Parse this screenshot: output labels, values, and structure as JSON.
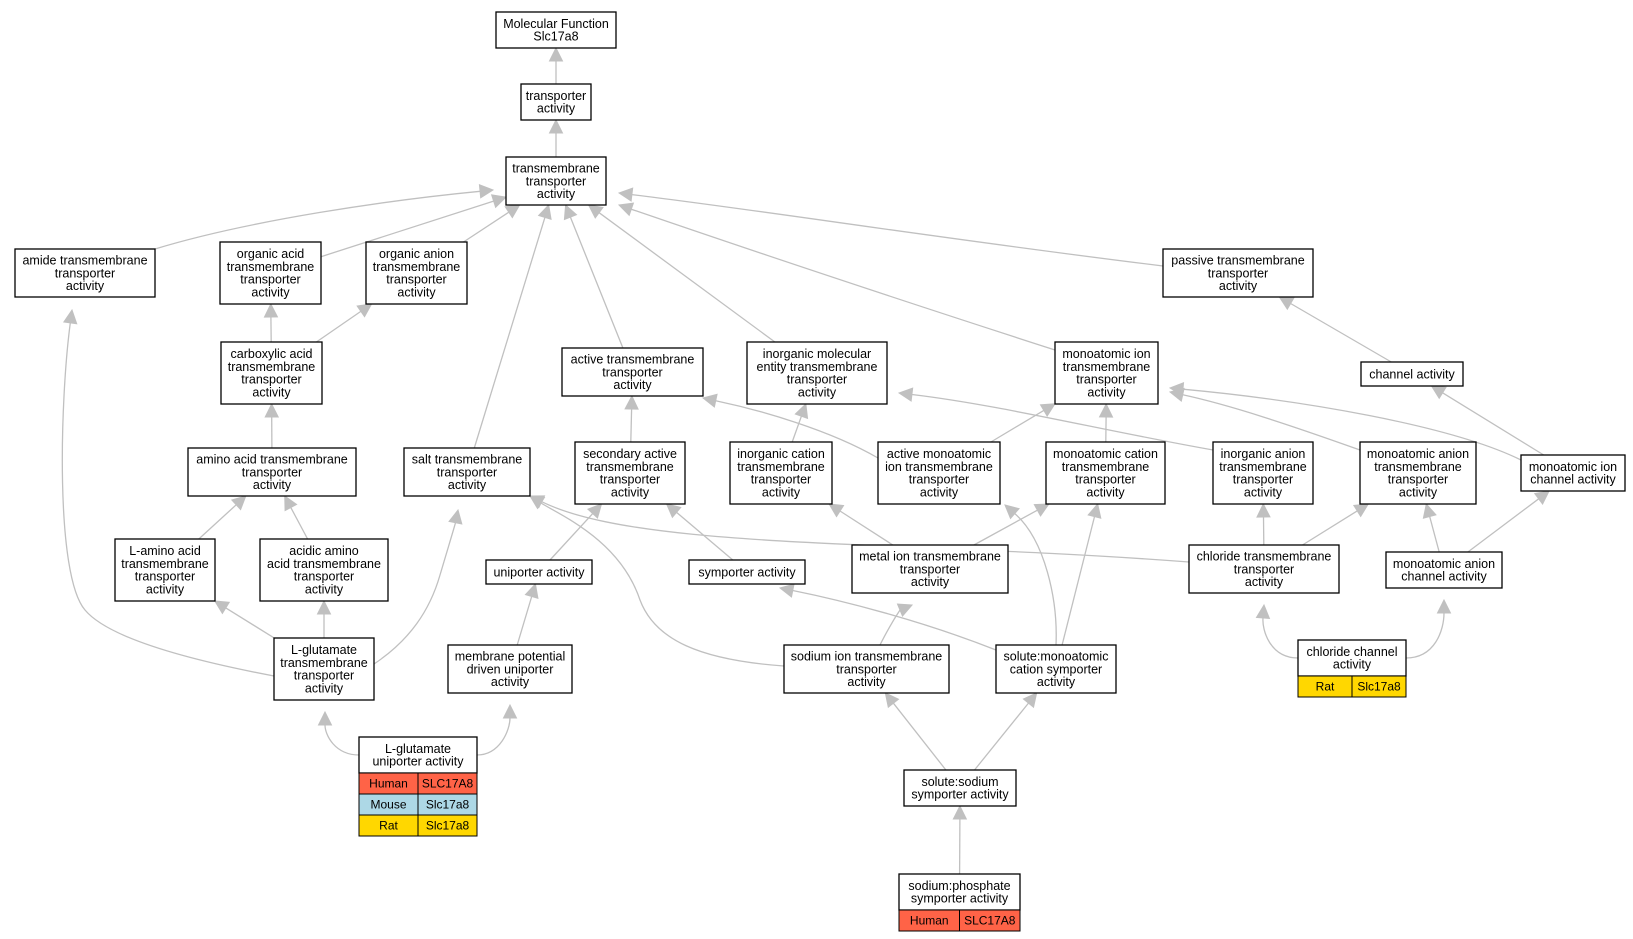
{
  "colors": {
    "edge": "#c0c0c0",
    "Human": "#ff6347",
    "Mouse": "#add8e6",
    "Rat": "#ffd700"
  },
  "nodes": [
    {
      "id": "mf",
      "lines": [
        "Molecular Function",
        "Slc17a8"
      ]
    },
    {
      "id": "transporter",
      "lines": [
        "transporter",
        "activity"
      ]
    },
    {
      "id": "tm_transporter",
      "lines": [
        "transmembrane",
        "transporter",
        "activity"
      ]
    },
    {
      "id": "amide",
      "lines": [
        "amide transmembrane",
        "transporter",
        "activity"
      ]
    },
    {
      "id": "organic_acid",
      "lines": [
        "organic acid",
        "transmembrane",
        "transporter",
        "activity"
      ]
    },
    {
      "id": "organic_anion",
      "lines": [
        "organic anion",
        "transmembrane",
        "transporter",
        "activity"
      ]
    },
    {
      "id": "passive",
      "lines": [
        "passive transmembrane",
        "transporter",
        "activity"
      ]
    },
    {
      "id": "carboxylic",
      "lines": [
        "carboxylic acid",
        "transmembrane",
        "transporter",
        "activity"
      ]
    },
    {
      "id": "active_tm",
      "lines": [
        "active transmembrane",
        "transporter",
        "activity"
      ]
    },
    {
      "id": "inorg_mol",
      "lines": [
        "inorganic molecular",
        "entity transmembrane",
        "transporter",
        "activity"
      ]
    },
    {
      "id": "monoatomic_ion",
      "lines": [
        "monoatomic ion",
        "transmembrane",
        "transporter",
        "activity"
      ]
    },
    {
      "id": "channel",
      "lines": [
        "channel activity"
      ]
    },
    {
      "id": "amino_acid",
      "lines": [
        "amino acid transmembrane",
        "transporter",
        "activity"
      ]
    },
    {
      "id": "salt",
      "lines": [
        "salt transmembrane",
        "transporter",
        "activity"
      ]
    },
    {
      "id": "secondary",
      "lines": [
        "secondary active",
        "transmembrane",
        "transporter",
        "activity"
      ]
    },
    {
      "id": "inorg_cation",
      "lines": [
        "inorganic cation",
        "transmembrane",
        "transporter",
        "activity"
      ]
    },
    {
      "id": "active_mono",
      "lines": [
        "active monoatomic",
        "ion transmembrane",
        "transporter",
        "activity"
      ]
    },
    {
      "id": "mono_cation",
      "lines": [
        "monoatomic cation",
        "transmembrane",
        "transporter",
        "activity"
      ]
    },
    {
      "id": "inorg_anion",
      "lines": [
        "inorganic anion",
        "transmembrane",
        "transporter",
        "activity"
      ]
    },
    {
      "id": "mono_anion",
      "lines": [
        "monoatomic anion",
        "transmembrane",
        "transporter",
        "activity"
      ]
    },
    {
      "id": "mono_ion_channel",
      "lines": [
        "monoatomic ion",
        "channel activity"
      ]
    },
    {
      "id": "l_amino",
      "lines": [
        "L-amino acid",
        "transmembrane",
        "transporter",
        "activity"
      ]
    },
    {
      "id": "acidic_amino",
      "lines": [
        "acidic amino",
        "acid transmembrane",
        "transporter",
        "activity"
      ]
    },
    {
      "id": "uniporter",
      "lines": [
        "uniporter activity"
      ]
    },
    {
      "id": "symporter",
      "lines": [
        "symporter activity"
      ]
    },
    {
      "id": "metal_ion",
      "lines": [
        "metal ion transmembrane",
        "transporter",
        "activity"
      ]
    },
    {
      "id": "chloride_tm",
      "lines": [
        "chloride transmembrane",
        "transporter",
        "activity"
      ]
    },
    {
      "id": "mono_anion_channel",
      "lines": [
        "monoatomic anion",
        "channel activity"
      ]
    },
    {
      "id": "l_glutamate_tm",
      "lines": [
        "L-glutamate",
        "transmembrane",
        "transporter",
        "activity"
      ]
    },
    {
      "id": "membrane_potential",
      "lines": [
        "membrane potential",
        "driven uniporter",
        "activity"
      ]
    },
    {
      "id": "sodium_ion",
      "lines": [
        "sodium ion transmembrane",
        "transporter",
        "activity"
      ]
    },
    {
      "id": "solute_mono",
      "lines": [
        "solute:monoatomic",
        "cation symporter",
        "activity"
      ]
    },
    {
      "id": "chloride_channel",
      "lines": [
        "chloride channel",
        "activity"
      ],
      "genes": [
        {
          "species": "Rat",
          "gene": "Slc17a8"
        }
      ]
    },
    {
      "id": "l_glutamate_uni",
      "lines": [
        "L-glutamate",
        "uniporter activity"
      ],
      "genes": [
        {
          "species": "Human",
          "gene": "SLC17A8"
        },
        {
          "species": "Mouse",
          "gene": "Slc17a8"
        },
        {
          "species": "Rat",
          "gene": "Slc17a8"
        }
      ]
    },
    {
      "id": "solute_sodium",
      "lines": [
        "solute:sodium",
        "symporter activity"
      ]
    },
    {
      "id": "sodium_phosphate",
      "lines": [
        "sodium:phosphate",
        "symporter activity"
      ],
      "genes": [
        {
          "species": "Human",
          "gene": "SLC17A8"
        }
      ]
    }
  ],
  "edges": [
    [
      "transporter",
      "mf"
    ],
    [
      "tm_transporter",
      "transporter"
    ],
    [
      "amide",
      "tm_transporter"
    ],
    [
      "organic_acid",
      "tm_transporter"
    ],
    [
      "organic_anion",
      "tm_transporter"
    ],
    [
      "salt",
      "tm_transporter"
    ],
    [
      "active_tm",
      "tm_transporter"
    ],
    [
      "inorg_mol",
      "tm_transporter"
    ],
    [
      "monoatomic_ion",
      "tm_transporter"
    ],
    [
      "passive",
      "tm_transporter"
    ],
    [
      "carboxylic",
      "organic_acid"
    ],
    [
      "carboxylic",
      "organic_anion"
    ],
    [
      "amino_acid",
      "carboxylic"
    ],
    [
      "channel",
      "passive"
    ],
    [
      "secondary",
      "active_tm"
    ],
    [
      "active_mono",
      "active_tm"
    ],
    [
      "inorg_cation",
      "inorg_mol"
    ],
    [
      "inorg_anion",
      "inorg_mol"
    ],
    [
      "active_mono",
      "monoatomic_ion"
    ],
    [
      "mono_cation",
      "monoatomic_ion"
    ],
    [
      "mono_anion",
      "monoatomic_ion"
    ],
    [
      "mono_ion_channel",
      "monoatomic_ion"
    ],
    [
      "mono_ion_channel",
      "channel"
    ],
    [
      "l_amino",
      "amino_acid"
    ],
    [
      "acidic_amino",
      "amino_acid"
    ],
    [
      "uniporter",
      "secondary"
    ],
    [
      "symporter",
      "secondary"
    ],
    [
      "metal_ion",
      "inorg_cation"
    ],
    [
      "metal_ion",
      "mono_cation"
    ],
    [
      "chloride_tm",
      "inorg_anion"
    ],
    [
      "chloride_tm",
      "mono_anion"
    ],
    [
      "chloride_tm",
      "salt"
    ],
    [
      "mono_anion_channel",
      "mono_anion"
    ],
    [
      "mono_anion_channel",
      "mono_ion_channel"
    ],
    [
      "l_glutamate_tm",
      "l_amino"
    ],
    [
      "l_glutamate_tm",
      "acidic_amino"
    ],
    [
      "l_glutamate_tm",
      "amide"
    ],
    [
      "l_glutamate_tm",
      "salt"
    ],
    [
      "membrane_potential",
      "uniporter"
    ],
    [
      "sodium_ion",
      "metal_ion"
    ],
    [
      "sodium_ion",
      "salt"
    ],
    [
      "solute_mono",
      "symporter"
    ],
    [
      "solute_mono",
      "active_mono"
    ],
    [
      "solute_mono",
      "mono_cation"
    ],
    [
      "chloride_channel",
      "chloride_tm"
    ],
    [
      "chloride_channel",
      "mono_anion_channel"
    ],
    [
      "l_glutamate_uni",
      "l_glutamate_tm"
    ],
    [
      "l_glutamate_uni",
      "membrane_potential"
    ],
    [
      "solute_sodium",
      "sodium_ion"
    ],
    [
      "solute_sodium",
      "solute_mono"
    ],
    [
      "sodium_phosphate",
      "solute_sodium"
    ]
  ]
}
